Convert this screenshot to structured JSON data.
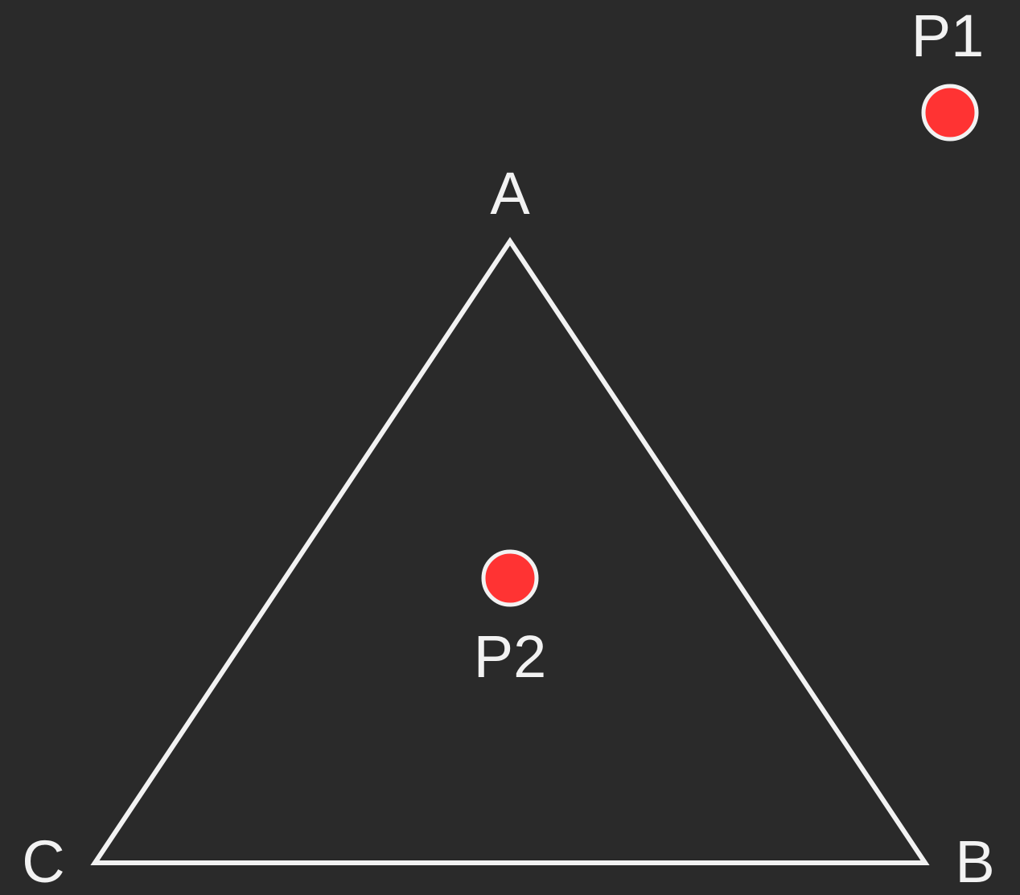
{
  "colors": {
    "background": "#2a2a2a",
    "stroke": "#f2f2f2",
    "point_fill": "#ff3333"
  },
  "triangle": {
    "vertices": [
      {
        "label": "A"
      },
      {
        "label": "B"
      },
      {
        "label": "C"
      }
    ]
  },
  "points": [
    {
      "label": "P1"
    },
    {
      "label": "P2"
    }
  ]
}
